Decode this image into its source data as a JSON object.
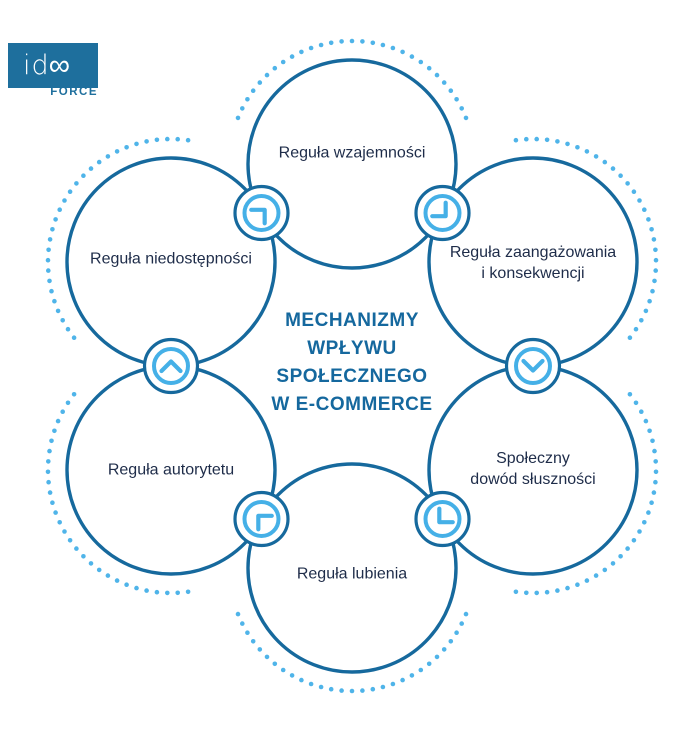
{
  "logo": {
    "brand": "ideo",
    "brand_display_prefix": "id",
    "brand_display_infinity": "∞",
    "subbrand": "FORCE"
  },
  "center_title": {
    "text": "MECHANIZMY WPŁYWU SPOŁECZNEGO W E-COMMERCE",
    "lines": [
      "MECHANIZMY",
      "WPŁYWU",
      "SPOŁECZNEGO",
      "W E-COMMERCE"
    ]
  },
  "diagram": {
    "flow": "clockwise",
    "nodes": [
      {
        "id": "top",
        "label": "Reguła wzajemności",
        "lines": [
          "Reguła wzajemności"
        ]
      },
      {
        "id": "top-right",
        "label": "Reguła zaangażowania i konsekwencji",
        "lines": [
          "Reguła zaangażowania",
          "i konsekwencji"
        ]
      },
      {
        "id": "bottom-right",
        "label": "Społeczny dowód słuszności",
        "lines": [
          "Społeczny",
          "dowód słuszności"
        ]
      },
      {
        "id": "bottom",
        "label": "Reguła lubienia",
        "lines": [
          "Reguła lubienia"
        ]
      },
      {
        "id": "bottom-left",
        "label": "Reguła autorytetu",
        "lines": [
          "Reguła autorytetu"
        ]
      },
      {
        "id": "top-left",
        "label": "Reguła niedostępności",
        "lines": [
          "Reguła niedostępności"
        ]
      }
    ],
    "connectors": [
      {
        "between": [
          "top-left",
          "top"
        ],
        "icon": "chevron-ne-icon"
      },
      {
        "between": [
          "top",
          "top-right"
        ],
        "icon": "chevron-se-icon"
      },
      {
        "between": [
          "top-right",
          "bottom-right"
        ],
        "icon": "chevron-down-icon"
      },
      {
        "between": [
          "bottom-right",
          "bottom"
        ],
        "icon": "chevron-sw-icon"
      },
      {
        "between": [
          "bottom",
          "bottom-left"
        ],
        "icon": "chevron-nw-icon"
      },
      {
        "between": [
          "bottom-left",
          "top-left"
        ],
        "icon": "chevron-up-icon"
      }
    ]
  },
  "colors": {
    "circle_stroke": "#16699d",
    "accent_light": "#45b0e7",
    "dots": "#4fb4e9",
    "title_text": "#15689e",
    "label_text": "#1e2c49",
    "logo_bg": "#1e6f9d",
    "logo_text": "#ffffff",
    "force_text": "#1e6f9d"
  }
}
